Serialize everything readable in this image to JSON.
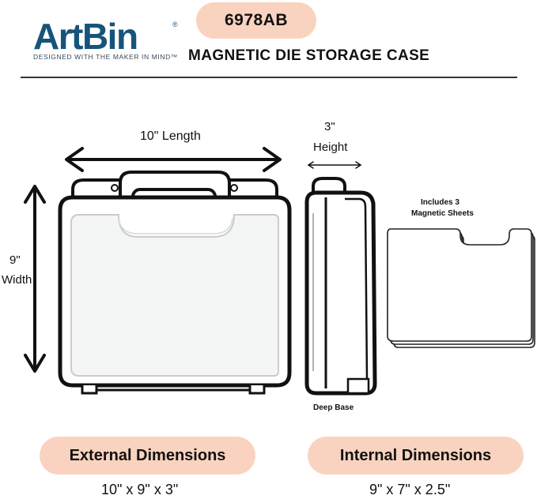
{
  "brand": {
    "logo_text": "ArtBin",
    "registered_mark": "®",
    "tagline": "DESIGNED WITH THE MAKER IN MIND™",
    "colors": {
      "logo_blue": "#17547a",
      "accent_pill": "#f9d3c0"
    }
  },
  "product": {
    "sku": "6978AB",
    "title": "MAGNETIC DIE STORAGE CASE"
  },
  "diagram": {
    "length_label": "10\" Length",
    "height_value": "3\"",
    "height_word": "Height",
    "width_value": "9\"",
    "width_word": "Width",
    "sheets_line1": "Includes 3",
    "sheets_line2": "Magnetic Sheets",
    "base_label": "Deep Base",
    "icons": [
      "double-arrow-horizontal-icon",
      "double-arrow-vertical-icon",
      "case-front-illustration",
      "case-side-illustration",
      "magnetic-sheets-illustration"
    ]
  },
  "dimensions": {
    "external_label": "External Dimensions",
    "external_value": "10\" x 9\" x 3\"",
    "internal_label": "Internal Dimensions",
    "internal_value": "9\" x 7\" x 2.5\""
  }
}
